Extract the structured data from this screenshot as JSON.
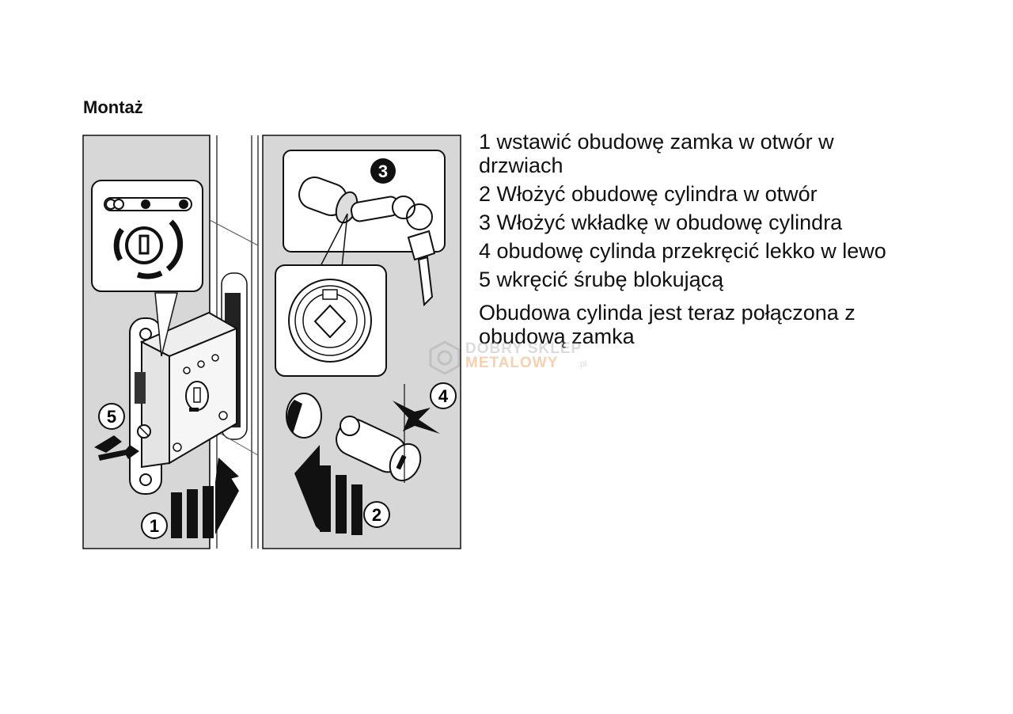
{
  "heading": "Montaż",
  "steps": [
    "1 wstawić obudowę zamka w otwór w drzwiach",
    "2 Włożyć obudowę cylindra w otwór",
    "3 Włożyć wkładkę w obudowę cylindra",
    "4 obudowę cylinda przekręcić lekko w lewo",
    "5 wkręcić śrubę blokującą"
  ],
  "note": "Obudowa cylinda jest teraz połączona z obudową zamka",
  "figure": {
    "badges": [
      "1",
      "2",
      "3",
      "4",
      "5"
    ],
    "colors": {
      "panel": "#d7d7d7",
      "lock": "#ffffff",
      "ink": "#111111",
      "frame": "#cfcfcf"
    }
  },
  "watermark": {
    "line1": "DOBRY SKLEP",
    "line2": "METALOWY",
    "suffix": ".pl",
    "colors": {
      "gray": "#9a9a9a",
      "orange": "#e08020"
    }
  }
}
